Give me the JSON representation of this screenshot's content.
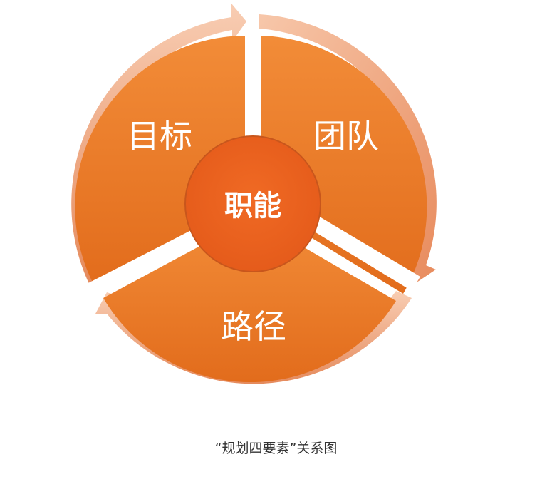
{
  "diagram": {
    "center": "职能",
    "segments": {
      "top_left": "目标",
      "top_right": "团队",
      "bottom": "路径"
    },
    "colors": {
      "segment_fill_light": "#f28c38",
      "segment_fill_dark": "#e26c1c",
      "center_fill": "#ec6320",
      "center_stroke": "#c8561c",
      "ring_light": "#f7c3a6",
      "ring_dark": "#e58a5c"
    }
  },
  "caption": "“规划四要素”关系图"
}
